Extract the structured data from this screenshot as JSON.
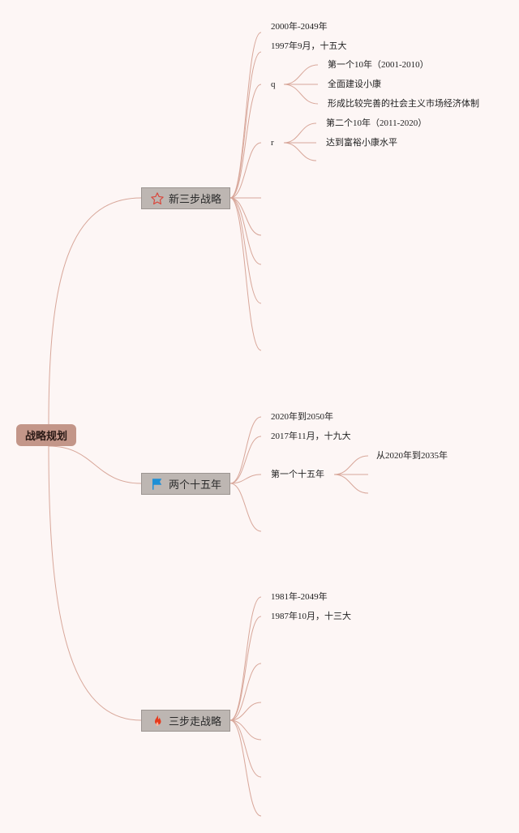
{
  "root": {
    "label": "战略规划"
  },
  "branches": [
    {
      "label": "新三步战略",
      "icon": "star-outline-icon",
      "icon_color": "#d9473c",
      "children": [
        {
          "label": "2000年-2049年"
        },
        {
          "label": "1997年9月，十五大"
        },
        {
          "label": "q",
          "children": [
            {
              "label": "第一个10年（2001-2010）"
            },
            {
              "label": "全面建设小康"
            },
            {
              "label": "形成比较完善的社会主义市场经济体制"
            }
          ]
        },
        {
          "label": "r",
          "children": [
            {
              "label": "第二个10年（2011-2020）"
            },
            {
              "label": "达到富裕小康水平"
            },
            {
              "label": ""
            }
          ]
        },
        {
          "label": ""
        },
        {
          "label": ""
        },
        {
          "label": ""
        },
        {
          "label": ""
        },
        {
          "label": ""
        }
      ]
    },
    {
      "label": "两个十五年",
      "icon": "blue-flag-icon",
      "icon_color": "#1e8fd6",
      "children": [
        {
          "label": "2020年到2050年"
        },
        {
          "label": "2017年11月，十九大"
        },
        {
          "label": "第一个十五年",
          "children": [
            {
              "label": "从2020年到2035年"
            },
            {
              "label": ""
            },
            {
              "label": ""
            }
          ]
        },
        {
          "label": ""
        }
      ]
    },
    {
      "label": "三步走战略",
      "icon": "fire-icon",
      "icon_color": "#e63a1c",
      "children": [
        {
          "label": "1981年-2049年"
        },
        {
          "label": "1987年10月，十三大"
        },
        {
          "label": ""
        },
        {
          "label": ""
        },
        {
          "label": ""
        },
        {
          "label": ""
        },
        {
          "label": ""
        }
      ]
    }
  ],
  "colors": {
    "connector": "#d8a79a",
    "root_fill": "#c39689",
    "branch_fill": "#bdb6b2"
  }
}
